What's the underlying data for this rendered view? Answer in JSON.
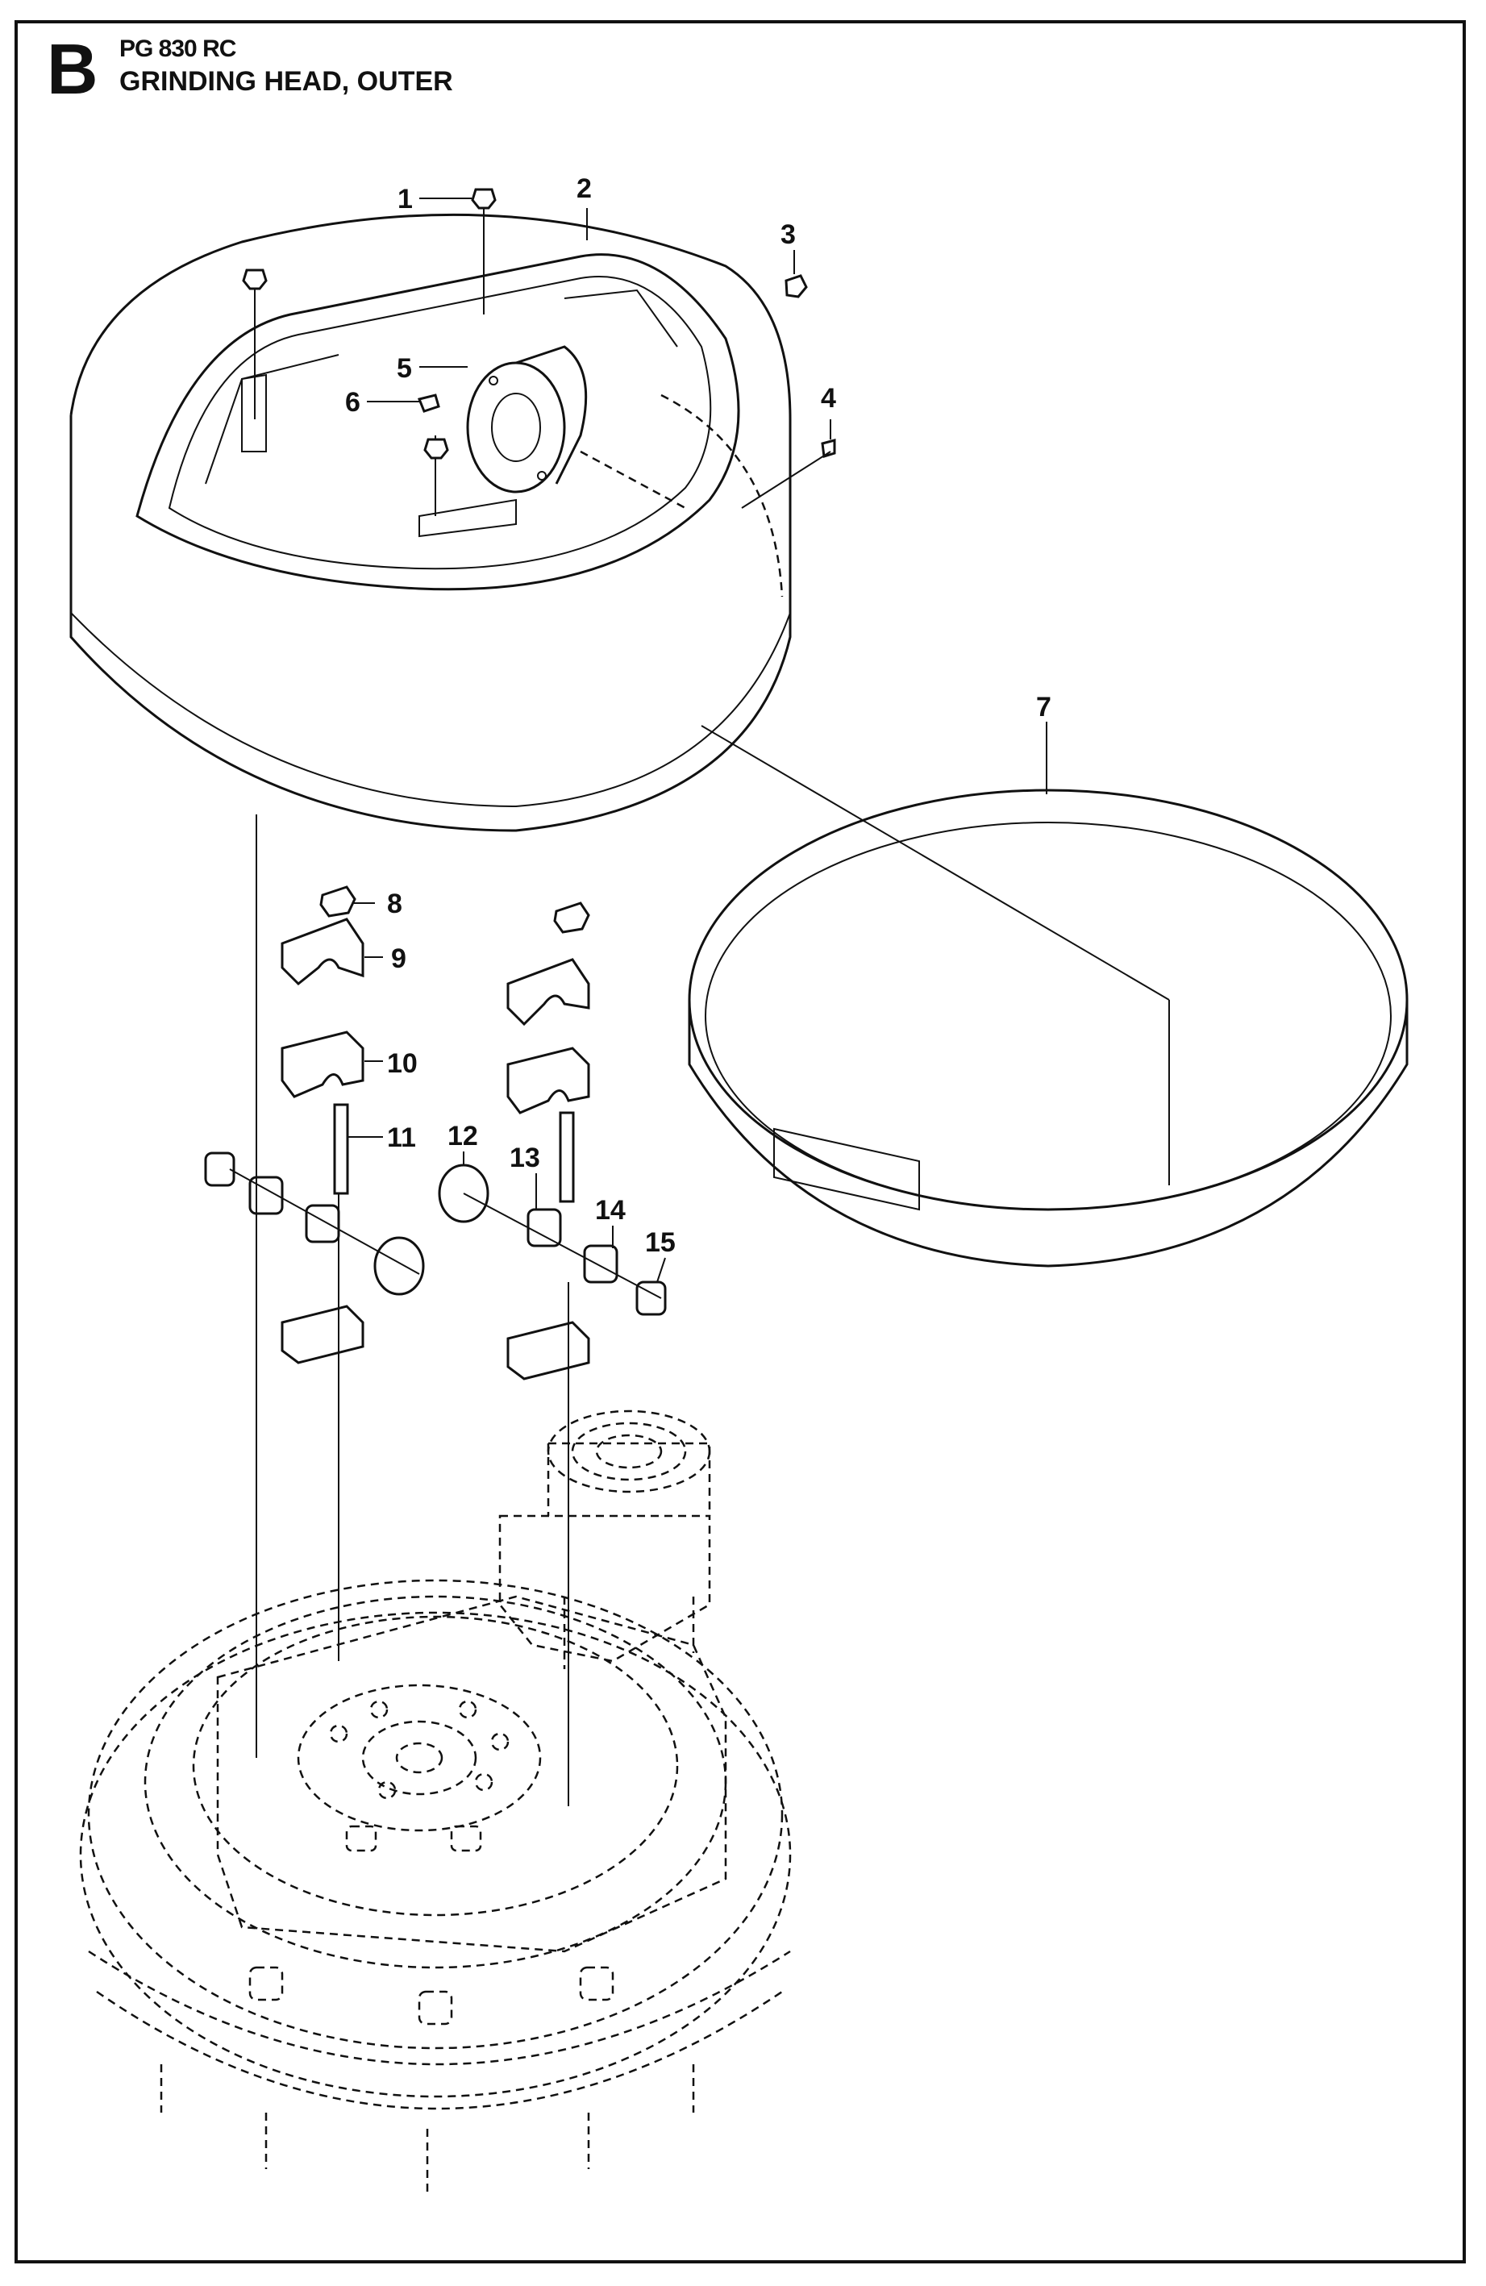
{
  "header": {
    "section_letter": "B",
    "model": "PG 830 RC",
    "title": "GRINDING HEAD, OUTER"
  },
  "callouts": [
    "1",
    "2",
    "3",
    "4",
    "5",
    "6",
    "7",
    "8",
    "9",
    "10",
    "11",
    "12",
    "13",
    "14",
    "15"
  ]
}
